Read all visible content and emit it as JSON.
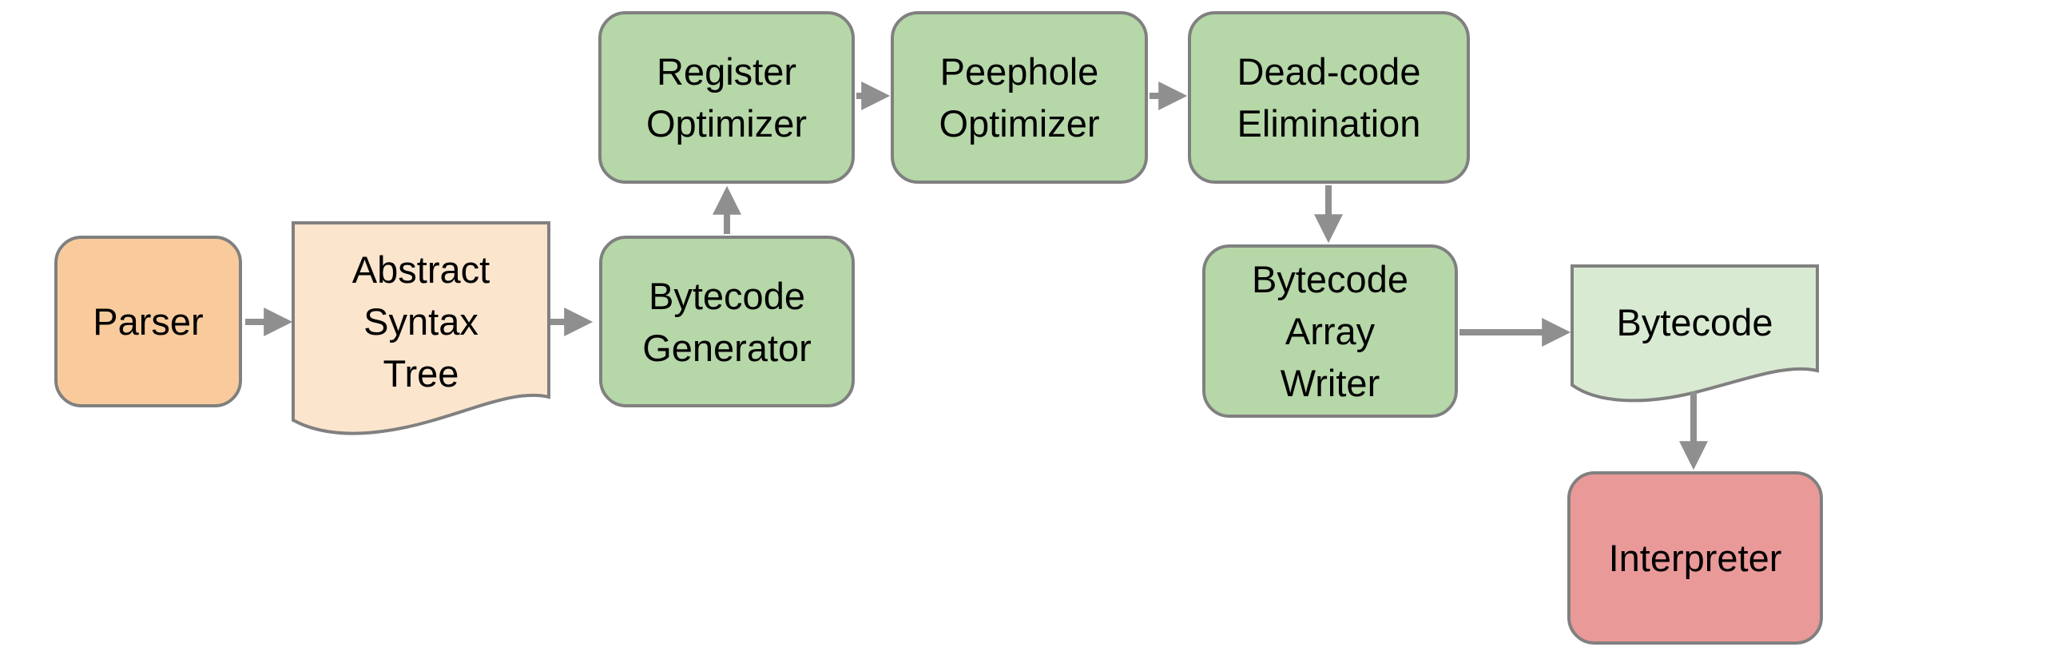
{
  "diagram": {
    "colors": {
      "background": "#ffffff",
      "border": "#808080",
      "arrow": "#8f8f8f",
      "text": "#000000"
    },
    "nodes": {
      "parser": {
        "label": "Parser",
        "shape": "rounded-rectangle",
        "fill": "#F9CB9C"
      },
      "abstract_syntax_tree": {
        "label": "Abstract\nSyntax\nTree",
        "shape": "document",
        "fill": "#FCE5CD"
      },
      "bytecode_generator": {
        "label": "Bytecode\nGenerator",
        "shape": "rounded-rectangle",
        "fill": "#B6D7A8"
      },
      "register_optimizer": {
        "label": "Register\nOptimizer",
        "shape": "rounded-rectangle",
        "fill": "#B6D7A8"
      },
      "peephole_optimizer": {
        "label": "Peephole\nOptimizer",
        "shape": "rounded-rectangle",
        "fill": "#B6D7A8"
      },
      "dead_code_elimination": {
        "label": "Dead-code\nElimination",
        "shape": "rounded-rectangle",
        "fill": "#B6D7A8"
      },
      "bytecode_array_writer": {
        "label": "Bytecode\nArray\nWriter",
        "shape": "rounded-rectangle",
        "fill": "#B6D7A8"
      },
      "bytecode": {
        "label": "Bytecode",
        "shape": "document",
        "fill": "#D9EAD3"
      },
      "interpreter": {
        "label": "Interpreter",
        "shape": "rounded-rectangle",
        "fill": "#EA9999"
      }
    },
    "edges": [
      {
        "from": "parser",
        "to": "abstract_syntax_tree"
      },
      {
        "from": "abstract_syntax_tree",
        "to": "bytecode_generator"
      },
      {
        "from": "bytecode_generator",
        "to": "register_optimizer"
      },
      {
        "from": "register_optimizer",
        "to": "peephole_optimizer"
      },
      {
        "from": "peephole_optimizer",
        "to": "dead_code_elimination"
      },
      {
        "from": "dead_code_elimination",
        "to": "bytecode_array_writer"
      },
      {
        "from": "bytecode_array_writer",
        "to": "bytecode"
      },
      {
        "from": "bytecode",
        "to": "interpreter"
      }
    ]
  }
}
